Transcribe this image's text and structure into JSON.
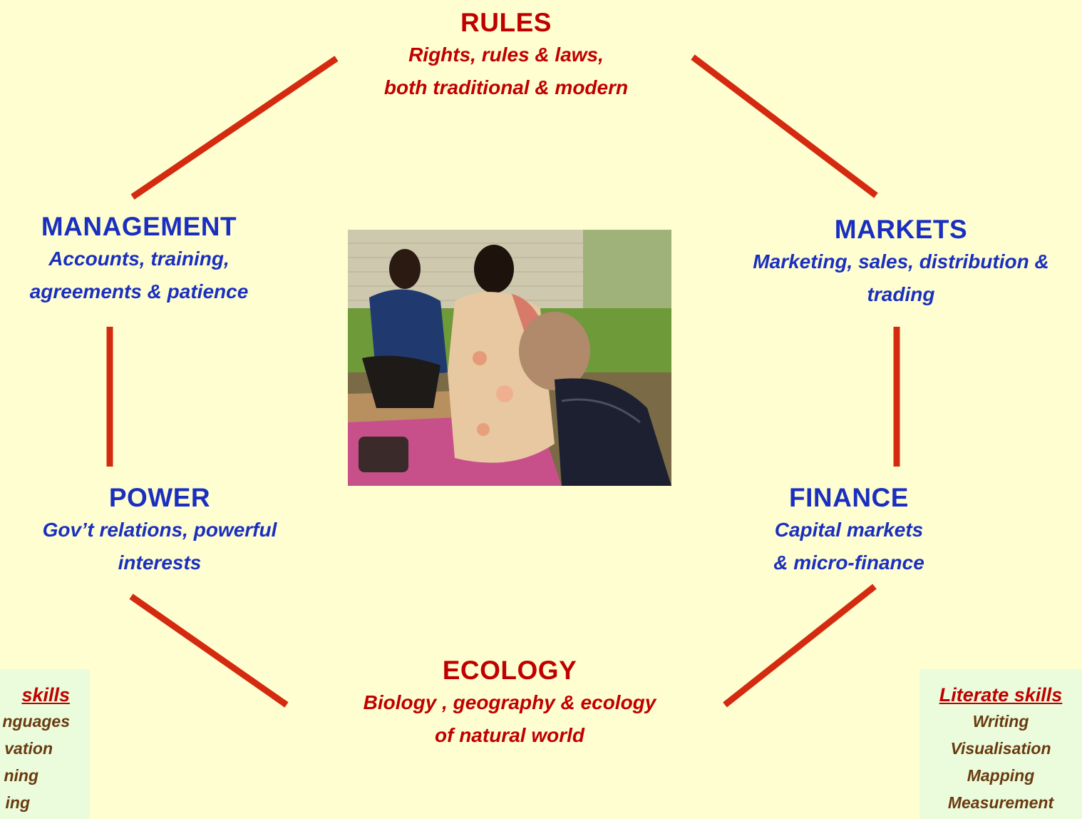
{
  "nodes": {
    "rules": {
      "title": "RULES",
      "lines": [
        "Rights, rules & laws,",
        "both traditional & modern"
      ]
    },
    "management": {
      "title": "MANAGEMENT",
      "lines": [
        "Accounts, training,",
        "agreements & patience"
      ]
    },
    "markets": {
      "title": "MARKETS",
      "lines": [
        "Marketing, sales, distribution &",
        "trading"
      ]
    },
    "power": {
      "title": "POWER",
      "lines": [
        "Gov’t relations, powerful",
        "interests"
      ]
    },
    "finance": {
      "title": "FINANCE",
      "lines": [
        "Capital markets",
        "& micro-finance"
      ]
    },
    "ecology": {
      "title": "ECOLOGY",
      "lines": [
        "Biology , geography & ecology",
        "of natural world"
      ]
    }
  },
  "left_box": {
    "heading": "skills",
    "items": [
      "nguages",
      "vation",
      "ning",
      "ing"
    ]
  },
  "right_box": {
    "heading": "Literate skills",
    "items": [
      "Writing",
      "Visualisation",
      "Mapping",
      "Measurement"
    ]
  },
  "colors": {
    "background": "#fffed0",
    "connector": "#d42a10",
    "title_red": "#c00000",
    "title_blue": "#1a2fc0",
    "skills_box": "#eafcdc"
  }
}
